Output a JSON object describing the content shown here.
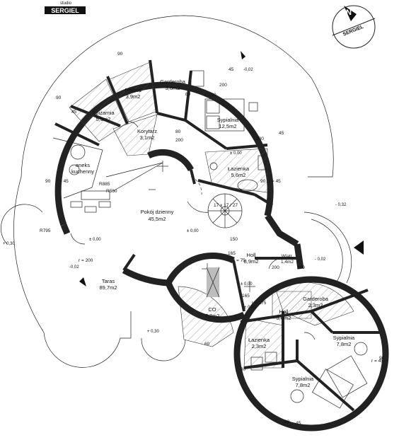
{
  "logo": {
    "top": "studio",
    "name": "SERGIEL"
  },
  "compass": {
    "north": "N",
    "brand": "SERGIEL"
  },
  "rooms": [
    {
      "id": "pralnia",
      "name": "Pralnia",
      "area": "3,9m2"
    },
    {
      "id": "garderoba-1",
      "name": "Garderoba",
      "area": "3,6m2"
    },
    {
      "id": "spizarnia",
      "name": "Spiżarnia",
      "area": "5,5m2"
    },
    {
      "id": "korytarz",
      "name": "Korytarz",
      "area": "3,1m2"
    },
    {
      "id": "sypialnia-1",
      "name": "Sypialnia",
      "area": "12,5m2"
    },
    {
      "id": "aneks",
      "name": "aneks",
      "area": "kuchenny"
    },
    {
      "id": "lazienka-1",
      "name": "Łazienka",
      "area": "5,6m2"
    },
    {
      "id": "pokoj-dzienny",
      "name": "Pokój dzienny",
      "area": "45,5m2"
    },
    {
      "id": "holl-1",
      "name": "Holl",
      "area": "8,9m2"
    },
    {
      "id": "taras",
      "name": "Taras",
      "area": "89,7m2"
    },
    {
      "id": "wiatr",
      "name": "Wiatr.",
      "area": "1,4m2"
    },
    {
      "id": "garderoba-2",
      "name": "Garderoba",
      "area": "2,3m2"
    },
    {
      "id": "co",
      "name": "CO",
      "area": "7,7m2"
    },
    {
      "id": "holl-2",
      "name": "Holl",
      "area": "5,0m2"
    },
    {
      "id": "sypialnia-2",
      "name": "Sypialnia",
      "area": "7,8m2"
    },
    {
      "id": "lazienka-2",
      "name": "Łazienka",
      "area": "2,3m2"
    },
    {
      "id": "sypialnia-3",
      "name": "Sypialnia",
      "area": "7,8m2"
    }
  ],
  "levels": {
    "l1": "-0,02",
    "l2": "± 0,00",
    "l3": "± 0,00",
    "l4": "- 0,32",
    "l5": "- 0,02",
    "l6": "± 0,00",
    "l7": "± 0,00",
    "l8": "-0,02",
    "l9": "+ 0,30",
    "l10": "+ 0,30",
    "l11": "± 0,00",
    "l12": "± 0,00"
  },
  "dims": {
    "d90": "90",
    "d45": "45",
    "d200": "200",
    "d80": "80",
    "d150": "150",
    "d165": "165",
    "d175": "175",
    "d75": "75",
    "d60": "60",
    "d30": "30",
    "r885": "R885",
    "r560": "R560",
    "r795": "R795",
    "r200": "r = 200",
    "r45": "r = 45",
    "r75": "r = 75",
    "r175": "r = 175",
    "stairs": "17 x 17 / 27"
  }
}
